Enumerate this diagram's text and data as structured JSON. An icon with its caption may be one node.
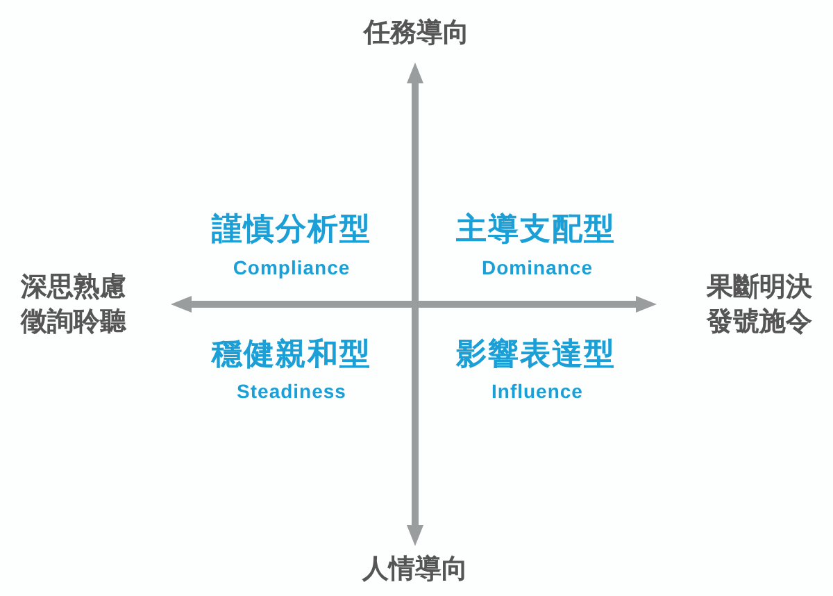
{
  "diagram": {
    "labels": [
      "任務導向",
      "謹慎分析型",
      "Compliance",
      "主導支配型",
      "Dominance",
      "深思熟慮徵詢聆聽",
      "果斷明決發號施令",
      "穩健親和型",
      "Steadiness",
      "影響表達型",
      "Influence",
      "人情導向"
    ]
  }
}
